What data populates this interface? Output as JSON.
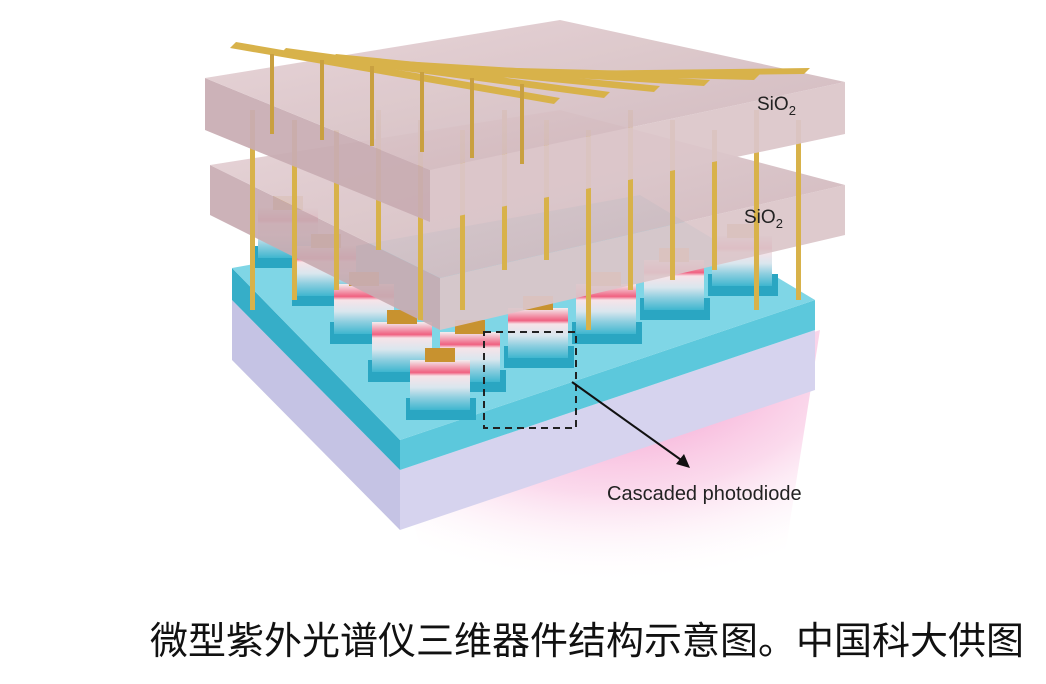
{
  "figure": {
    "labels": {
      "upper_layer": {
        "base": "SiO",
        "sub": "2"
      },
      "lower_layer": {
        "base": "SiO",
        "sub": "2"
      },
      "callout": "Cascaded photodiode"
    },
    "caption": "微型紫外光谱仪三维器件结构示意图。中国科大供图",
    "colors": {
      "oxide": "#d9c3c6",
      "substrate_top": "#4fc4d8",
      "substrate_bottom": "#c9c6e6",
      "wires": "#d8b24a",
      "pink_stripe": "#f0607e",
      "glow": "#f27fc0"
    }
  }
}
